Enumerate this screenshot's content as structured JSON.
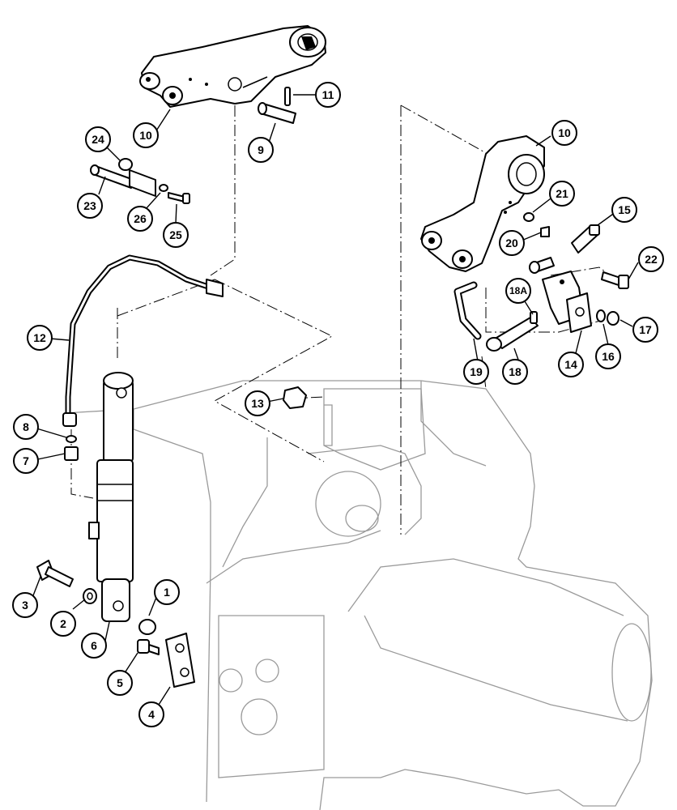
{
  "callouts": [
    {
      "id": "c1",
      "label": "1"
    },
    {
      "id": "c2",
      "label": "2"
    },
    {
      "id": "c3",
      "label": "3"
    },
    {
      "id": "c4",
      "label": "4"
    },
    {
      "id": "c5",
      "label": "5"
    },
    {
      "id": "c6",
      "label": "6"
    },
    {
      "id": "c7",
      "label": "7"
    },
    {
      "id": "c8",
      "label": "8"
    },
    {
      "id": "c9",
      "label": "9"
    },
    {
      "id": "c10a",
      "label": "10"
    },
    {
      "id": "c10b",
      "label": "10"
    },
    {
      "id": "c11",
      "label": "11"
    },
    {
      "id": "c12",
      "label": "12"
    },
    {
      "id": "c13",
      "label": "13"
    },
    {
      "id": "c14",
      "label": "14"
    },
    {
      "id": "c15",
      "label": "15"
    },
    {
      "id": "c16",
      "label": "16"
    },
    {
      "id": "c17",
      "label": "17"
    },
    {
      "id": "c18",
      "label": "18"
    },
    {
      "id": "c18a",
      "label": "18A"
    },
    {
      "id": "c19",
      "label": "19"
    },
    {
      "id": "c20",
      "label": "20"
    },
    {
      "id": "c21",
      "label": "21"
    },
    {
      "id": "c22",
      "label": "22"
    },
    {
      "id": "c23",
      "label": "23"
    },
    {
      "id": "c24",
      "label": "24"
    },
    {
      "id": "c25",
      "label": "25"
    },
    {
      "id": "c26",
      "label": "26"
    }
  ]
}
